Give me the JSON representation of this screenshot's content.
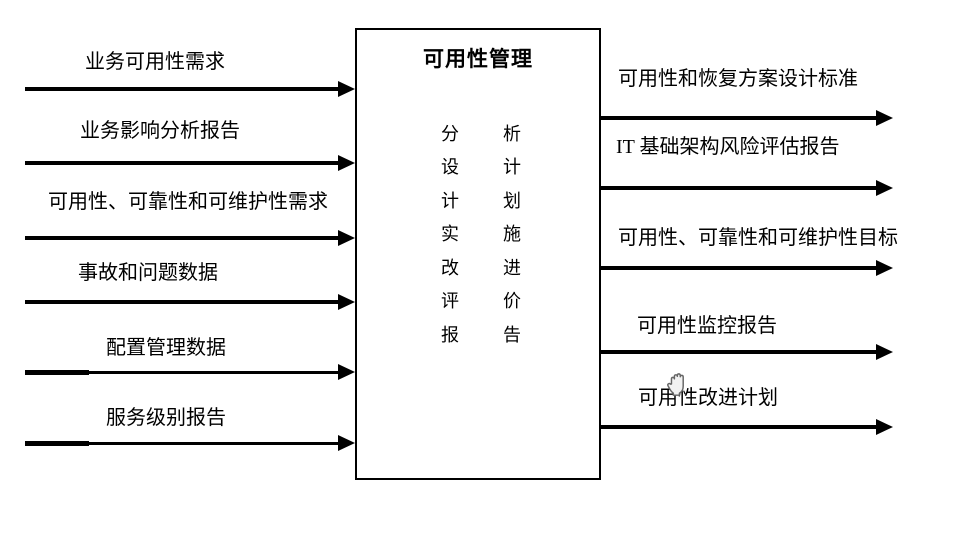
{
  "diagram": {
    "process_box": {
      "title": "可用性管理",
      "activities": [
        {
          "left": "分",
          "right": "析"
        },
        {
          "left": "设",
          "right": "计"
        },
        {
          "left": "计",
          "right": "划"
        },
        {
          "left": "实",
          "right": "施"
        },
        {
          "left": "改",
          "right": "进"
        },
        {
          "left": "评",
          "right": "价"
        },
        {
          "left": "报",
          "right": "告"
        }
      ]
    },
    "inputs": [
      {
        "label": "业务可用性需求"
      },
      {
        "label": "业务影响分析报告"
      },
      {
        "label": "可用性、可靠性和可维护性需求"
      },
      {
        "label": "事故和问题数据"
      },
      {
        "label": "配置管理数据"
      },
      {
        "label": "服务级别报告"
      }
    ],
    "outputs": [
      {
        "label": "可用性和恢复方案设计标准"
      },
      {
        "label": "IT 基础架构风险评估报告"
      },
      {
        "label": "可用性、可靠性和可维护性目标"
      },
      {
        "label": "可用性监控报告"
      },
      {
        "label": "可用性改进计划"
      }
    ],
    "colors": {
      "line": "#000000",
      "text": "#000000",
      "background": "#ffffff",
      "cursor_fill": "#f2f2f2",
      "cursor_stroke": "#666666"
    }
  }
}
